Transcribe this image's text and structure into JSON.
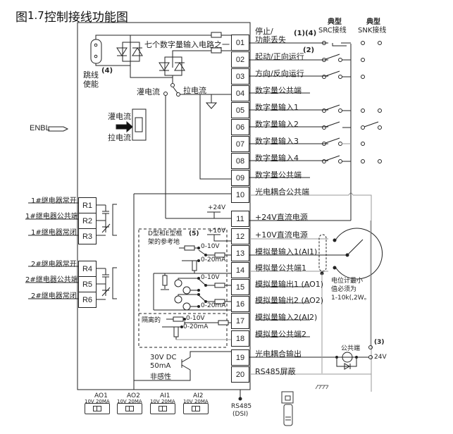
{
  "title": {
    "prefix": "图",
    "number": "1.7",
    "text": "控制接线功能图"
  },
  "enbl_label": "ENBL",
  "jumper": {
    "label_line1": "跳线",
    "label_line2": "使能",
    "note": "(4)"
  },
  "input_circuit_label": "七个数字量输入电路之一",
  "sink_label": "灌电流",
  "source_label": "拉电流",
  "switch_labels": {
    "sink": "灌电流",
    "source": "拉电流"
  },
  "terminals": [
    {
      "id": "01",
      "label_line1": "停止/",
      "label_line2": "功能丢失",
      "note": "(1)(4)"
    },
    {
      "id": "02",
      "label": "起动/正向运行",
      "note": "(2)"
    },
    {
      "id": "03",
      "label": "方向/反向运行"
    },
    {
      "id": "04",
      "label": "数字量公共端"
    },
    {
      "id": "05",
      "label": "数字量输入1"
    },
    {
      "id": "06",
      "label": "数字量输入2"
    },
    {
      "id": "07",
      "label": "数字量输入3"
    },
    {
      "id": "08",
      "label": "数字量输入4"
    },
    {
      "id": "09",
      "label": "数字量公共端"
    },
    {
      "id": "10",
      "label": "光电耦合公共端"
    },
    {
      "id": "11",
      "label": "+24V直流电源"
    },
    {
      "id": "12",
      "label": "+10V直流电源"
    },
    {
      "id": "13",
      "label": "模拟量输入1(AI1)"
    },
    {
      "id": "14",
      "label": "模拟量公共端1"
    },
    {
      "id": "15",
      "label": "模拟量输出1 (AO1)"
    },
    {
      "id": "16",
      "label": "模拟量输出2 (AO2)"
    },
    {
      "id": "17",
      "label": "模拟量输入2(AI2)"
    },
    {
      "id": "18",
      "label": "模拟量公共端2"
    },
    {
      "id": "19",
      "label": "光电耦合输出"
    },
    {
      "id": "20",
      "label": "RS485屏蔽"
    }
  ],
  "wiring_headers": {
    "src_line1": "典型",
    "src_line2": "SRC接线",
    "snk_line1": "典型",
    "snk_line2": "SNK接线"
  },
  "relays": [
    {
      "id": "R1",
      "label": "1#继电器常开"
    },
    {
      "id": "R2",
      "label": "1#继电器公共端"
    },
    {
      "id": "R3",
      "label": "1#继电器常闭"
    },
    {
      "id": "R4",
      "label": "2#继电器常开"
    },
    {
      "id": "R5",
      "label": "2#继电器公共端"
    },
    {
      "id": "R6",
      "label": "2#继电器常闭"
    }
  ],
  "analog": {
    "plus24": "+24V",
    "plus10": "+10V",
    "frame_note_line1": "D型和E型框",
    "frame_note_line2": "架的参考地",
    "frame_note_ref": "(5)",
    "v_range": "0-10V",
    "ma_range": "0-20mA",
    "isolated": "隔离的"
  },
  "potentiometer_note": {
    "line1": "电位计最小",
    "line2": "值必须为",
    "line3": "1-10k(,2W。"
  },
  "opto_output": {
    "line1": "30V DC",
    "line2": "50mA",
    "line3": "非感性"
  },
  "common_label": "公共端",
  "note3": "(3)",
  "v24_label": "24V",
  "rs485": {
    "line1": "RS485",
    "line2": "(DSI)"
  },
  "dip_switches": [
    {
      "name": "AO1",
      "opt1": "10V",
      "opt2": "20MA"
    },
    {
      "name": "AO2",
      "opt1": "10V",
      "opt2": "20MA"
    },
    {
      "name": "AI1",
      "opt1": "10V",
      "opt2": "20MA"
    },
    {
      "name": "AI2",
      "opt1": "10V",
      "opt2": "20MA"
    }
  ]
}
